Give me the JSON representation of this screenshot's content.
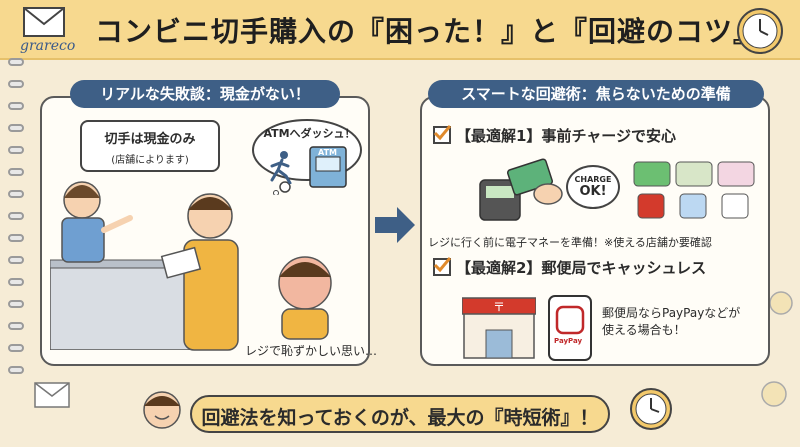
{
  "header": {
    "title": "コンビニ切手購入の『困った！』と『回避のコツ』",
    "brand": "grareco"
  },
  "left_panel": {
    "heading": "リアルな失敗談：現金がない！",
    "clerk_bubble_main": "切手は現金のみ",
    "clerk_bubble_sub": "(店舗によります)",
    "thought_text": "ATMへダッシュ！",
    "atm_label": "ATM",
    "caption": "レジで恥ずかしい思い…"
  },
  "right_panel": {
    "heading": "スマートな回避術：焦らないための準備",
    "solution1_title": "【最適解1】事前チャージで安心",
    "charge_badge_top": "CHARGE",
    "charge_badge_main": "OK!",
    "solution1_note": "レジに行く前に電子マネーを準備！※使える店舗か要確認",
    "solution2_title": "【最適解2】郵便局でキャッシュレス",
    "paypay_label": "PayPay",
    "solution2_note_line1": "郵便局ならPayPayなどが",
    "solution2_note_line2": "使える場合も！"
  },
  "footer": {
    "message": "回避法を知っておくのが、最大の『時短術』！"
  },
  "colors": {
    "header_bg": "#f7d98f",
    "page_bg": "#f6ecd6",
    "pill_bg": "#3e5f86",
    "accent_orange": "#e9a13b",
    "post_red": "#c0282a"
  }
}
